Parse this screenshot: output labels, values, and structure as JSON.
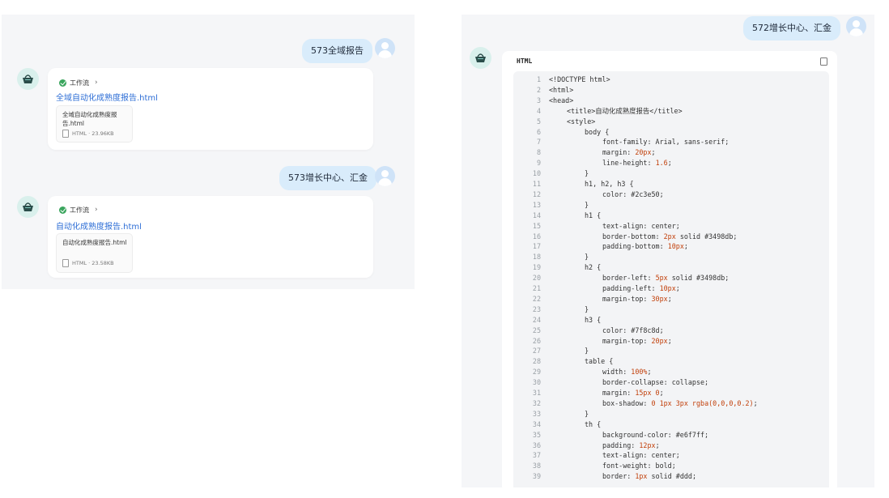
{
  "left": {
    "messages": [
      {
        "user_text": "573全域报告",
        "workflow_label": "工作流",
        "file_link": "全域自动化成熟度报告.html",
        "file_name": "全域自动化成熟度报告.html",
        "file_meta": "HTML · 23.96KB"
      },
      {
        "user_text": "573增长中心、汇金",
        "workflow_label": "工作流",
        "file_link": "自动化成熟度报告.html",
        "file_name": "自动化成熟度报告.html",
        "file_meta": "HTML · 23.58KB"
      }
    ]
  },
  "right": {
    "user_text": "572增长中心、汇金",
    "code_lang": "HTML",
    "code_lines": [
      {
        "n": "1",
        "indent": 0,
        "t": "<!DOCTYPE html>"
      },
      {
        "n": "2",
        "indent": 0,
        "t": "<html>"
      },
      {
        "n": "3",
        "indent": 0,
        "t": "<head>"
      },
      {
        "n": "4",
        "indent": 1,
        "t": "<title>自动化成熟度报告</title>"
      },
      {
        "n": "5",
        "indent": 1,
        "t": "<style>"
      },
      {
        "n": "6",
        "indent": 2,
        "t": "body {"
      },
      {
        "n": "7",
        "indent": 3,
        "t": "font-family: Arial, sans-serif;"
      },
      {
        "n": "8",
        "indent": 3,
        "t": "margin: ",
        "num": "20px",
        "after": ";"
      },
      {
        "n": "9",
        "indent": 3,
        "t": "line-height: ",
        "num": "1.6",
        "after": ";"
      },
      {
        "n": "10",
        "indent": 2,
        "t": "}"
      },
      {
        "n": "11",
        "indent": 2,
        "t": "h1, h2, h3 {"
      },
      {
        "n": "12",
        "indent": 3,
        "t": "color: #2c3e50;"
      },
      {
        "n": "13",
        "indent": 2,
        "t": "}"
      },
      {
        "n": "14",
        "indent": 2,
        "t": "h1 {"
      },
      {
        "n": "15",
        "indent": 3,
        "t": "text-align: center;"
      },
      {
        "n": "16",
        "indent": 3,
        "t": "border-bottom: ",
        "num": "2px",
        "after": " solid #3498db;"
      },
      {
        "n": "17",
        "indent": 3,
        "t": "padding-bottom: ",
        "num": "10px",
        "after": ";"
      },
      {
        "n": "18",
        "indent": 2,
        "t": "}"
      },
      {
        "n": "19",
        "indent": 2,
        "t": "h2 {"
      },
      {
        "n": "20",
        "indent": 3,
        "t": "border-left: ",
        "num": "5px",
        "after": " solid #3498db;"
      },
      {
        "n": "21",
        "indent": 3,
        "t": "padding-left: ",
        "num": "10px",
        "after": ";"
      },
      {
        "n": "22",
        "indent": 3,
        "t": "margin-top: ",
        "num": "30px",
        "after": ";"
      },
      {
        "n": "23",
        "indent": 2,
        "t": "}"
      },
      {
        "n": "24",
        "indent": 2,
        "t": "h3 {"
      },
      {
        "n": "25",
        "indent": 3,
        "t": "color: #7f8c8d;"
      },
      {
        "n": "26",
        "indent": 3,
        "t": "margin-top: ",
        "num": "20px",
        "after": ";"
      },
      {
        "n": "27",
        "indent": 2,
        "t": "}"
      },
      {
        "n": "28",
        "indent": 2,
        "t": "table {"
      },
      {
        "n": "29",
        "indent": 3,
        "t": "width: ",
        "num": "100%",
        "after": ";"
      },
      {
        "n": "30",
        "indent": 3,
        "t": "border-collapse: collapse;"
      },
      {
        "n": "31",
        "indent": 3,
        "t": "margin: ",
        "num": "15px 0",
        "after": ";"
      },
      {
        "n": "32",
        "indent": 3,
        "t": "box-shadow: ",
        "num": "0 1px 3px rgba(0,0,0,0.2)",
        "after": ";"
      },
      {
        "n": "33",
        "indent": 2,
        "t": "}"
      },
      {
        "n": "34",
        "indent": 2,
        "t": "th {"
      },
      {
        "n": "35",
        "indent": 3,
        "t": "background-color: #e6f7ff;"
      },
      {
        "n": "36",
        "indent": 3,
        "t": "padding: ",
        "num": "12px",
        "after": ";"
      },
      {
        "n": "37",
        "indent": 3,
        "t": "text-align: center;"
      },
      {
        "n": "38",
        "indent": 3,
        "t": "font-weight: bold;"
      },
      {
        "n": "39",
        "indent": 3,
        "t": "border: ",
        "num": "1px",
        "after": " solid #ddd;"
      }
    ]
  },
  "colors": {
    "user_bubble": "#d9ecfb",
    "link": "#2f6fd6",
    "check": "#3aa55d",
    "code_number": "#c2410c"
  },
  "icons": {
    "user_avatar": "user-avatar-icon",
    "bot_avatar": "basket-icon",
    "check": "check-circle-icon",
    "chevron": "chevron-right-icon",
    "file": "file-icon",
    "copy": "copy-icon"
  }
}
